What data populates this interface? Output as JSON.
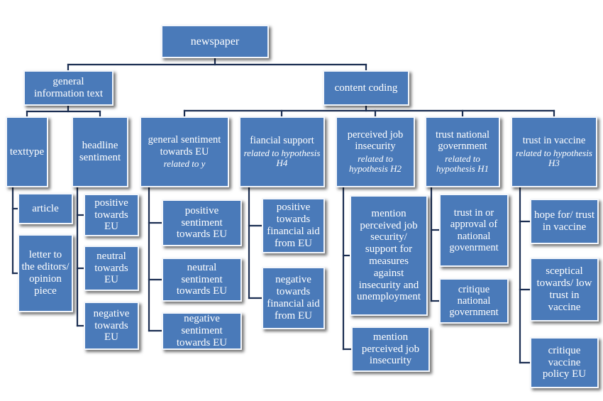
{
  "colors": {
    "node_fill": "#4a7ab9",
    "node_border": "#f3f6fb",
    "connector": "#1b2e52"
  },
  "nodes": {
    "newspaper": "newspaper",
    "general_info": "general information text",
    "content_coding": "content coding",
    "texttype": "texttype",
    "headline_sentiment": "headline sentiment",
    "article": "article",
    "letter": "letter to the editors/ opinion piece",
    "hl_positive": "positive towards EU",
    "hl_neutral": "neutral towards EU",
    "hl_negative": "negative towards EU",
    "gen_sentiment": {
      "label": "general sentiment towards EU",
      "note": "related to y"
    },
    "fin_support": {
      "label": "fiancial support",
      "note": "related to hypothesis H4"
    },
    "job_insecurity": {
      "label": "perceived job insecurity",
      "note": "related to hypothesis H2"
    },
    "trust_gov": {
      "label": "trust national government",
      "note": "related to hypothesis H1"
    },
    "trust_vaccine": {
      "label": "trust in vaccine",
      "note": "related to hypothesis H3"
    },
    "gs_positive": "positive sentiment towards EU",
    "gs_neutral": "neutral sentiment towards EU",
    "gs_negative": "negative sentiment towards EU",
    "fs_positive": "positive towards financial aid from EU",
    "fs_negative": "negative towards financial aid from EU",
    "job_security": "mention perceived job security/ support for measures against insecurity and unemployment",
    "job_insec_mention": "mention perceived job insecurity",
    "trust_approval": "trust in or approval of national govenrment",
    "critique_gov": "critique national government",
    "hope_vaccine": "hope for/ trust in vaccine",
    "sceptical_vaccine": "sceptical towards/ low trust in vaccine",
    "critique_vaccine": "critique vaccine policy EU"
  }
}
